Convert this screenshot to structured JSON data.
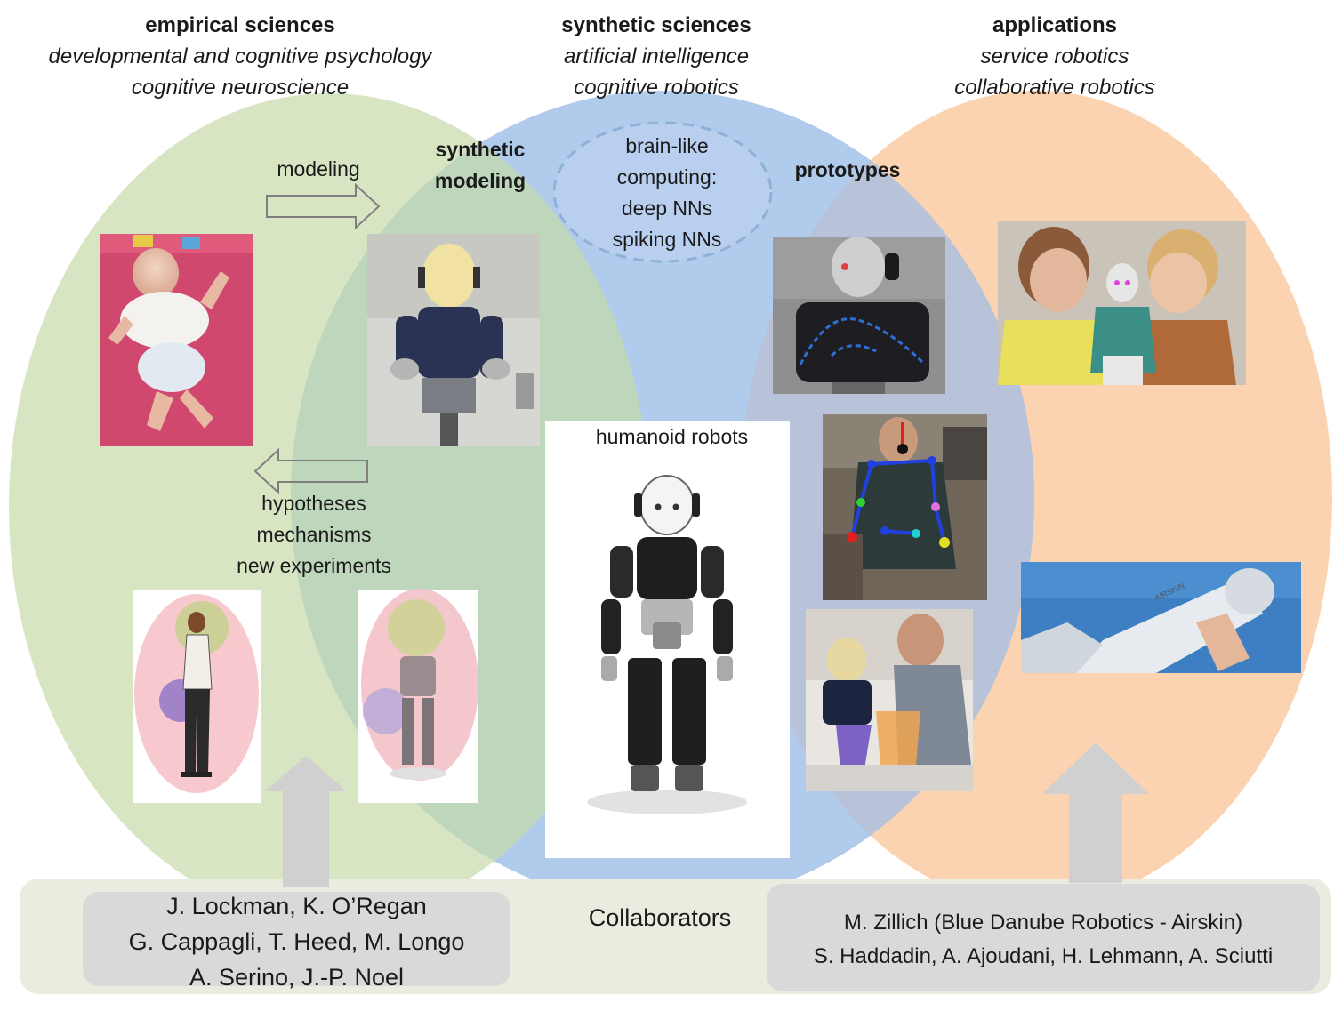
{
  "header": {
    "empirical": {
      "title": "empirical sciences",
      "subtitle_1": "developmental and cognitive psychology",
      "subtitle_2": "cognitive neuroscience"
    },
    "synthetic": {
      "title": "synthetic sciences",
      "subtitle_1": "artificial intelligence",
      "subtitle_2": "cognitive robotics"
    },
    "applications": {
      "title": "applications",
      "subtitle_1": "service robotics",
      "subtitle_2": "collaborative robotics"
    }
  },
  "labels": {
    "modeling": "modeling",
    "synthetic_modeling_1": "synthetic",
    "synthetic_modeling_2": "modeling",
    "prototypes": "prototypes",
    "brain_like": [
      "brain-like",
      "computing:",
      "deep NNs",
      "spiking NNs"
    ],
    "hypotheses": [
      "hypotheses",
      "mechanisms",
      "new experiments"
    ],
    "humanoid_robots": "humanoid robots",
    "collaborators": "Collaborators"
  },
  "collaborators": {
    "left": [
      "J. Lockman, K. O’Regan",
      "G. Cappagli, T. Heed, M. Longo",
      "A. Serino, J.-P. Noel"
    ],
    "right": [
      "M. Zillich (Blue Danube Robotics - Airskin)",
      "S. Haddadin, A. Ajoudani, H. Lehmann, A. Sciutti"
    ]
  },
  "logo_text": {
    "airskin": "AIRSKIN"
  },
  "colors": {
    "green_circle": "#cfe0b5",
    "blue_circle": "#a9c4ea",
    "orange_circle": "#fbcfa6",
    "green_blue_overlap": "#b9d3b6",
    "blue_orange_overlap": "#b5bfd6",
    "bottom_band": "#ecebdf",
    "collab_box": "#d9d9d9",
    "arrow_gray": "#d0d0d0"
  }
}
